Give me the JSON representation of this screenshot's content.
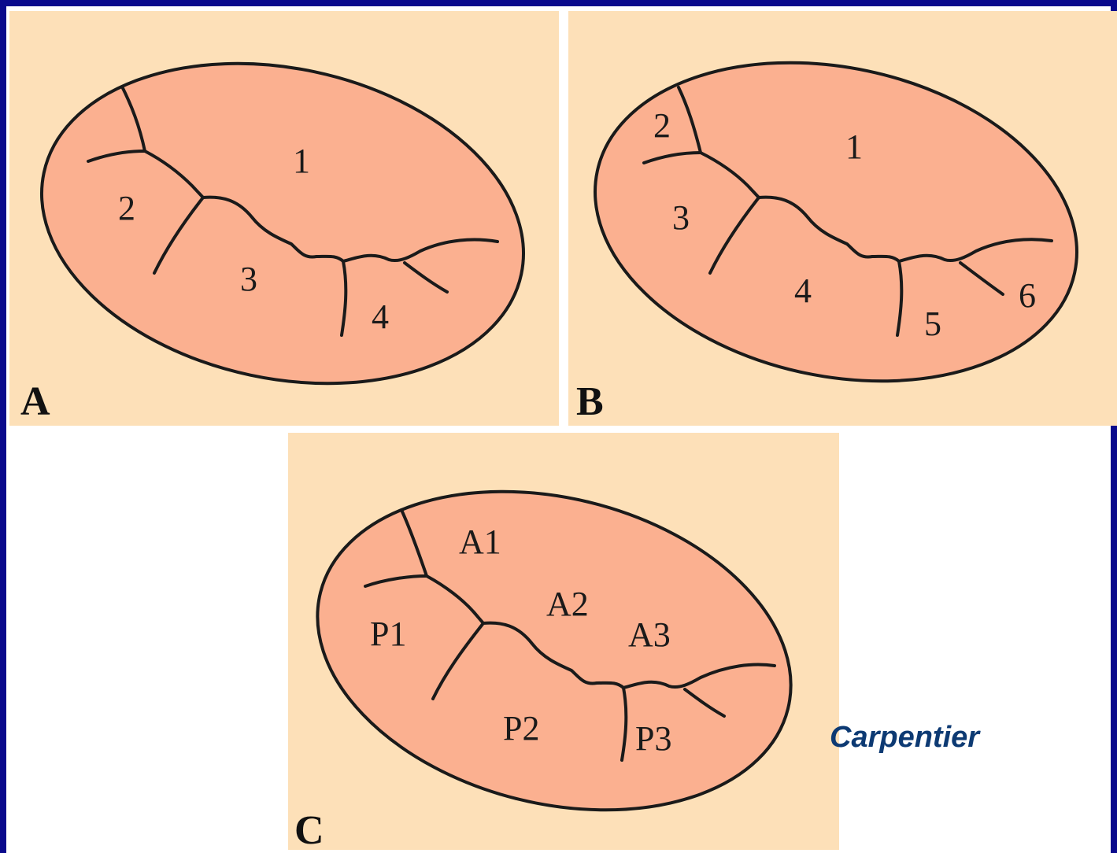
{
  "panels": {
    "a": {
      "letter": "A",
      "labels": [
        "1",
        "2",
        "3",
        "4"
      ]
    },
    "b": {
      "letter": "B",
      "labels": [
        "1",
        "2",
        "3",
        "4",
        "5",
        "6"
      ]
    },
    "c": {
      "letter": "C",
      "labels": [
        "A1",
        "A2",
        "A3",
        "P1",
        "P2",
        "P3"
      ]
    }
  },
  "credit": "Carpentier",
  "colors": {
    "frame": "#0a0a8c",
    "panel_background": "#fde0b8",
    "leaflet_fill": "#fbb090",
    "credit_text": "#0d3a73"
  }
}
